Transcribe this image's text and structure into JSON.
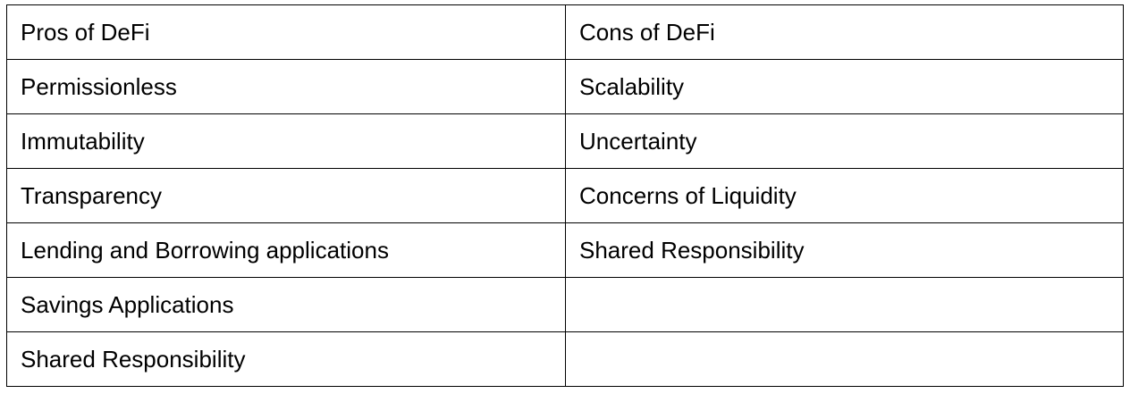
{
  "table": {
    "headers": [
      "Pros of DeFi",
      "Cons of DeFi"
    ],
    "rows": [
      [
        "Permissionless",
        "Scalability"
      ],
      [
        "Immutability",
        "Uncertainty"
      ],
      [
        "Transparency",
        "Concerns of Liquidity"
      ],
      [
        "Lending and Borrowing applications",
        "Shared Responsibility"
      ],
      [
        "Savings Applications",
        ""
      ],
      [
        "Shared Responsibility",
        ""
      ]
    ]
  }
}
